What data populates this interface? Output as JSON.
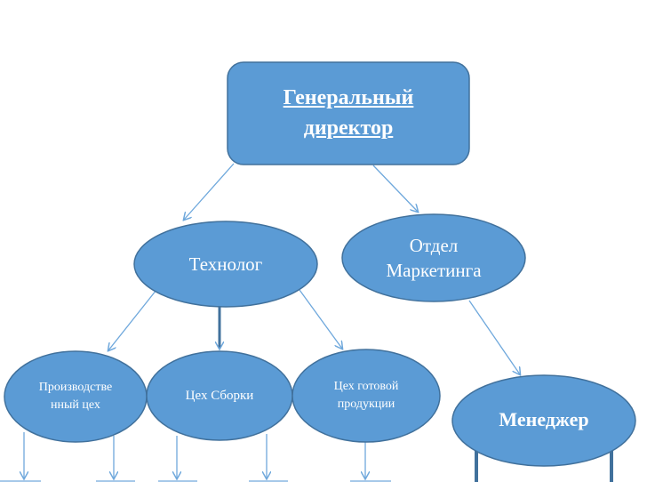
{
  "diagram": {
    "nodes": {
      "director": "Генеральный\nдиректор",
      "technologist": "Технолог",
      "marketing": "Отдел\nМаркетинга",
      "production_shop": "Производстве\nнный цех",
      "assembly_shop": "Цех Сборки",
      "finished_goods_shop": "Цех готовой\nпродукции",
      "manager": "Менеджер"
    },
    "edges": [
      [
        "director",
        "technologist"
      ],
      [
        "director",
        "marketing"
      ],
      [
        "technologist",
        "production_shop"
      ],
      [
        "technologist",
        "assembly_shop"
      ],
      [
        "technologist",
        "finished_goods_shop"
      ],
      [
        "marketing",
        "manager"
      ]
    ],
    "colors": {
      "node_fill": "#5b9bd5",
      "node_stroke": "#41719c",
      "connector": "#6fa8dc",
      "text": "#ffffff"
    }
  }
}
